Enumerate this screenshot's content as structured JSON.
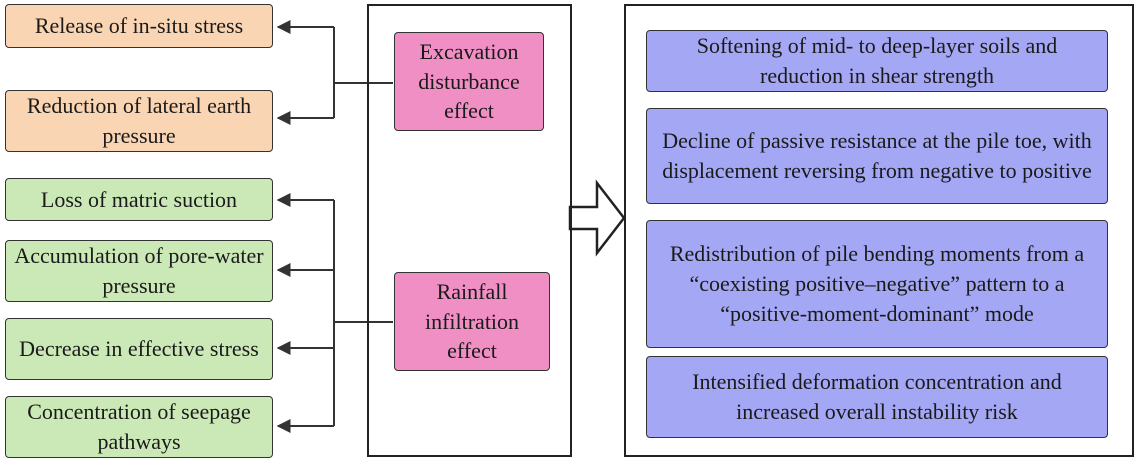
{
  "left_effects": {
    "excavation_causes": [
      "Release of in-situ stress",
      "Reduction of lateral earth pressure"
    ],
    "rainfall_causes": [
      "Loss of matric suction",
      "Accumulation of pore-water pressure",
      "Decrease in effective stress",
      "Concentration of seepage pathways"
    ]
  },
  "center": {
    "excavation": "Excavation disturbance effect",
    "rainfall": "Rainfall infiltration effect"
  },
  "outcomes": [
    "Softening of mid- to deep-layer soils and reduction in shear strength",
    "Decline of passive resistance at the pile toe, with displacement reversing from negative to positive",
    "Redistribution of pile bending moments from a “coexisting positive–negative” pattern to a “positive-moment-dominant” mode",
    "Intensified deformation concentration and increased overall instability risk"
  ],
  "colors": {
    "cause_excavation": "#f9d5b4",
    "cause_rainfall": "#cbe9b6",
    "center_effect": "#ef8fc4",
    "outcome": "#a3a7f4"
  }
}
